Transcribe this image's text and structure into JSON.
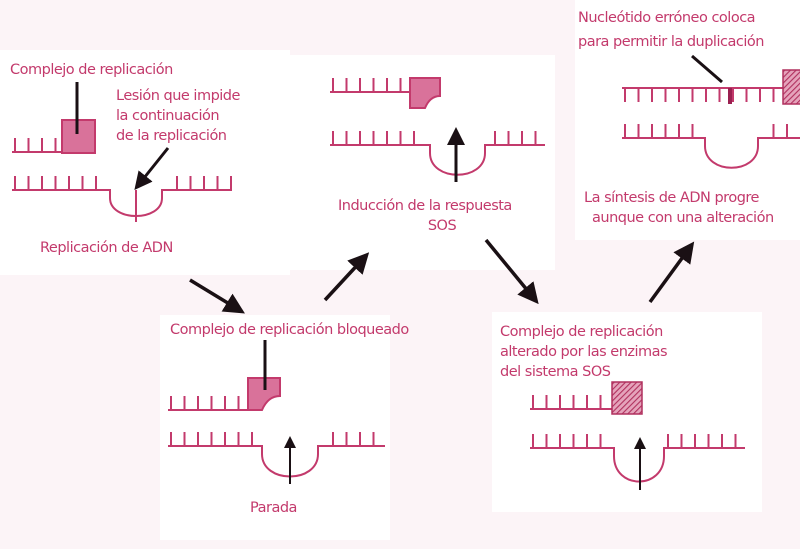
{
  "colors": {
    "accent": "#c33a6c",
    "ink": "#1a1014",
    "panel": "#ffffff",
    "background": "#fcf4f7"
  },
  "panels": {
    "replication": {
      "complex_label": "Complejo de replicación",
      "lesion_lines": [
        "Lesión que impide",
        "la continuación",
        "de la replicación"
      ],
      "caption": "Replicación de ADN"
    },
    "sos_induction": {
      "caption_lines": [
        "Inducción de la respuesta",
        "SOS"
      ]
    },
    "blocked": {
      "title": "Complejo de replicación bloqueado",
      "caption": "Parada"
    },
    "altered": {
      "title_lines": [
        "Complejo de replicación",
        "alterado por las enzimas",
        "del sistema SOS"
      ]
    },
    "progress": {
      "title_lines": [
        "Nucleótido erróneo coloca",
        "para permitir la duplicación"
      ],
      "caption_lines": [
        "La síntesis de ADN progre",
        "aunque con una alteración"
      ]
    }
  }
}
